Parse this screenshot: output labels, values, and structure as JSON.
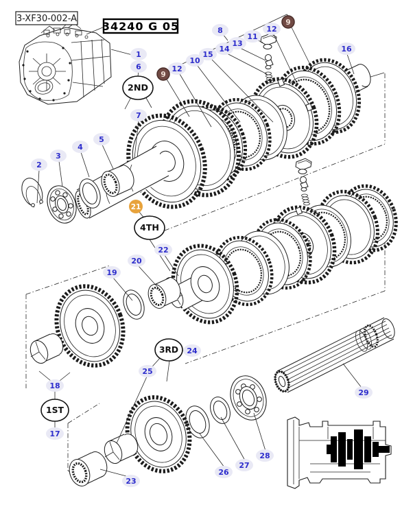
{
  "header": {
    "drawing_ref": "3-XF30-002-A",
    "figure_ref": "34240 G 05"
  },
  "stages": {
    "second": "2ND",
    "fourth": "4TH",
    "third": "3RD",
    "first": "1ST"
  },
  "callouts": {
    "n1": "1",
    "n2": "2",
    "n3": "3",
    "n4": "4",
    "n5": "5",
    "n6": "6",
    "n7": "7",
    "n8": "8",
    "n9": "9",
    "n10": "10",
    "n11": "11",
    "n12": "12",
    "n13": "13",
    "n14": "14",
    "n15": "15",
    "n16": "16",
    "n17": "17",
    "n18": "18",
    "n19": "19",
    "n20": "20",
    "n21": "21",
    "n22": "22",
    "n23": "23",
    "n24": "24",
    "n25": "25",
    "n26": "26",
    "n27": "27",
    "n28": "28",
    "n29": "29"
  },
  "colors": {
    "callout_text": "#2d2dcc",
    "callout_pill": "#e9e9f5",
    "highlight_dark": "#714a44",
    "highlight_dark_ring": "#4a2e2a",
    "highlight_orange": "#e8a33c",
    "line": "#1c1c1c"
  }
}
